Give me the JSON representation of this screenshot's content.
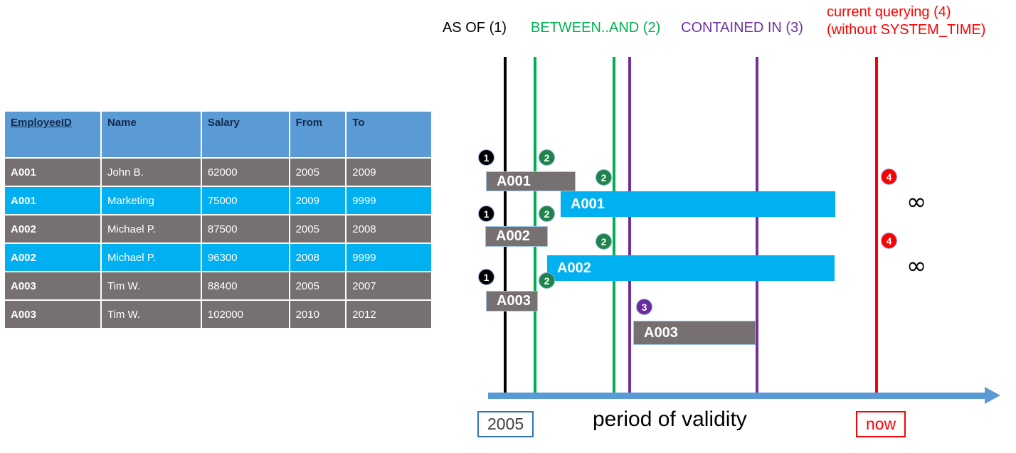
{
  "table": {
    "columns": [
      "EmployeeID",
      "Name",
      "Salary",
      "From",
      "To"
    ],
    "rows": [
      {
        "style": "gray",
        "cells": [
          "A001",
          "John  B.",
          "62000",
          "2005",
          "2009"
        ]
      },
      {
        "style": "cyan",
        "cells": [
          "A001",
          "Marketing",
          "75000",
          "2009",
          "9999"
        ]
      },
      {
        "style": "gray",
        "cells": [
          "A002",
          "Michael P.",
          "87500",
          "2005",
          "2008"
        ]
      },
      {
        "style": "cyan",
        "cells": [
          "A002",
          "Michael P.",
          "96300",
          "2008",
          "9999"
        ]
      },
      {
        "style": "gray",
        "cells": [
          "A003",
          "Tim W.",
          "88400",
          "2005",
          "2007"
        ]
      },
      {
        "style": "gray",
        "cells": [
          "A003",
          "Tim W.",
          "102000",
          "2010",
          "2012"
        ]
      }
    ]
  },
  "diagram": {
    "legend": [
      {
        "text": "AS OF (1)",
        "color": "#000000"
      },
      {
        "text": "BETWEEN..AND (2)",
        "color": "#00B050"
      },
      {
        "text": "CONTAINED IN (3)",
        "color": "#7030A0"
      },
      {
        "text": "current querying (4)",
        "color": "#FF0000"
      },
      {
        "text": "(without SYSTEM_TIME)",
        "color": "#FF0000"
      }
    ],
    "lines": [
      {
        "name": "as-of-line",
        "color": "#000000"
      },
      {
        "name": "between-start-line",
        "color": "#00B050"
      },
      {
        "name": "between-end-line",
        "color": "#00B050"
      },
      {
        "name": "contained-start-line",
        "color": "#7030A0"
      },
      {
        "name": "contained-end-line",
        "color": "#7030A0"
      },
      {
        "name": "now-line",
        "color": "#FF0000"
      }
    ],
    "bars": [
      {
        "label": "A001",
        "style": "gray"
      },
      {
        "label": "A001",
        "style": "cyan"
      },
      {
        "label": "A002",
        "style": "gray"
      },
      {
        "label": "A002",
        "style": "cyan"
      },
      {
        "label": "A003",
        "style": "gray"
      },
      {
        "label": "A003",
        "style": "gray"
      }
    ],
    "markers": [
      {
        "num": "1"
      },
      {
        "num": "2"
      },
      {
        "num": "2"
      },
      {
        "num": "4"
      },
      {
        "num": "1"
      },
      {
        "num": "2"
      },
      {
        "num": "2"
      },
      {
        "num": "4"
      },
      {
        "num": "1"
      },
      {
        "num": "2"
      },
      {
        "num": "3"
      }
    ],
    "infinity_symbols": [
      "∞",
      "∞"
    ],
    "axis_start_label": "2005",
    "axis_end_label": "now",
    "axis_title": "period of validity"
  }
}
